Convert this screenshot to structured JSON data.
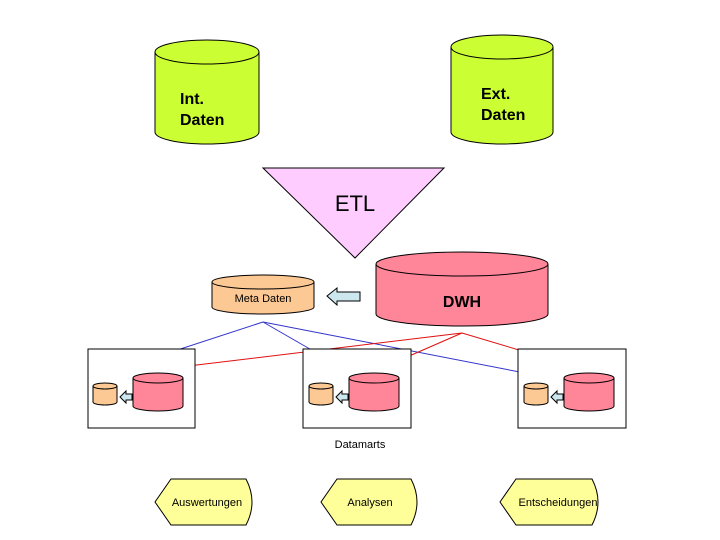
{
  "sources": {
    "internal": {
      "line1": "Int.",
      "line2": "Daten"
    },
    "external": {
      "line1": "Ext.",
      "line2": "Daten"
    }
  },
  "etl": {
    "label": "ETL"
  },
  "dwh": {
    "label": "DWH"
  },
  "meta": {
    "label": "Meta Daten"
  },
  "datamarts": {
    "label": "Datamarts"
  },
  "outputs": [
    {
      "label": "Auswertungen"
    },
    {
      "label": "Analysen"
    },
    {
      "label": "Entscheidungen"
    }
  ],
  "colors": {
    "source_fill": "#ccff33",
    "etl_fill": "#ffccff",
    "dwh_fill": "#ff8599",
    "meta_fill": "#fcc894",
    "arrow_fill": "#cce8ee",
    "output_fill": "#ffff99",
    "meta_line": "#3333cc",
    "dwh_line": "#e01010"
  }
}
